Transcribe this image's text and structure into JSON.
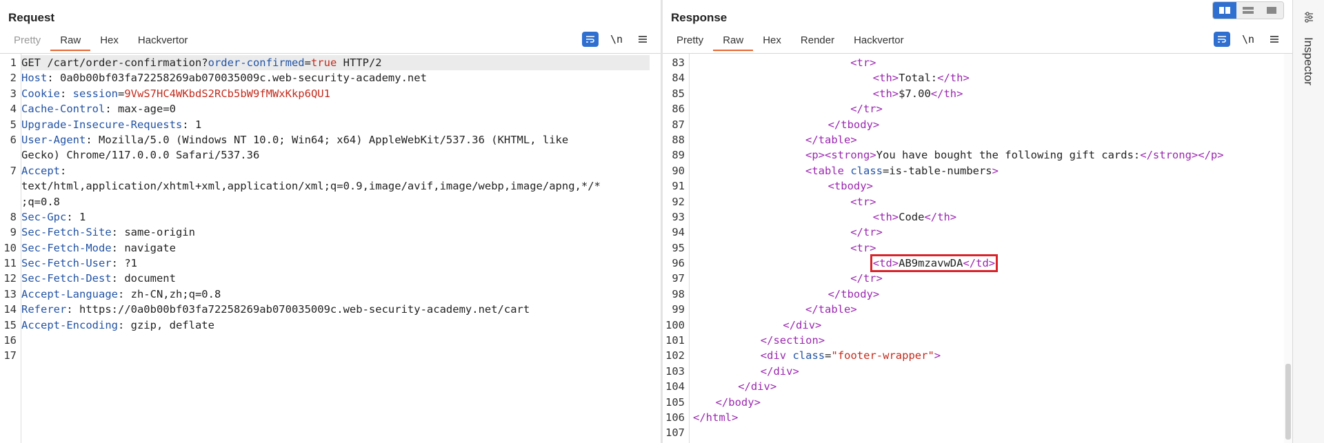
{
  "request": {
    "title": "Request",
    "tabs": [
      "Pretty",
      "Raw",
      "Hex",
      "Hackvertor"
    ],
    "active_tab": "Raw",
    "wrap_icon": "wrap-lines-icon",
    "newline_label": "\\n",
    "menu_icon": "hamburger-menu-icon",
    "lines": [
      {
        "n": "1",
        "parts": [
          {
            "t": "GET /cart/order-confirmation?",
            "c": "hv"
          },
          {
            "t": "order-confirmed",
            "c": "hk"
          },
          {
            "t": "=",
            "c": "hv"
          },
          {
            "t": "true",
            "c": "red"
          },
          {
            "t": " HTTP/2",
            "c": "hv"
          }
        ]
      },
      {
        "n": "2",
        "parts": [
          {
            "t": "Host",
            "c": "hk"
          },
          {
            "t": ": 0a0b00bf03fa72258269ab070035009c.web-security-academy.net",
            "c": "hv"
          }
        ]
      },
      {
        "n": "3",
        "parts": [
          {
            "t": "Cookie",
            "c": "hk"
          },
          {
            "t": ": ",
            "c": "hv"
          },
          {
            "t": "session",
            "c": "hk"
          },
          {
            "t": "=",
            "c": "hv"
          },
          {
            "t": "9VwS7HC4WKbdS2RCb5bW9fMWxKkp6QU1",
            "c": "red"
          }
        ]
      },
      {
        "n": "4",
        "parts": [
          {
            "t": "Cache-Control",
            "c": "hk"
          },
          {
            "t": ": max-age=0",
            "c": "hv"
          }
        ]
      },
      {
        "n": "5",
        "parts": [
          {
            "t": "Upgrade-Insecure-Requests",
            "c": "hk"
          },
          {
            "t": ": 1",
            "c": "hv"
          }
        ]
      },
      {
        "n": "6",
        "parts": [
          {
            "t": "User-Agent",
            "c": "hk"
          },
          {
            "t": ": Mozilla/5.0 (Windows NT 10.0; Win64; x64) AppleWebKit/537.36 (KHTML, like",
            "c": "hv"
          }
        ]
      },
      {
        "n": "",
        "parts": [
          {
            "t": "Gecko) Chrome/117.0.0.0 Safari/537.36",
            "c": "hv"
          }
        ]
      },
      {
        "n": "7",
        "parts": [
          {
            "t": "Accept",
            "c": "hk"
          },
          {
            "t": ":",
            "c": "hv"
          }
        ]
      },
      {
        "n": "",
        "parts": [
          {
            "t": "text/html,application/xhtml+xml,application/xml;q=0.9,image/avif,image/webp,image/apng,*/*",
            "c": "hv"
          }
        ]
      },
      {
        "n": "",
        "parts": [
          {
            "t": ";q=0.8",
            "c": "hv"
          }
        ]
      },
      {
        "n": "8",
        "parts": [
          {
            "t": "Sec-Gpc",
            "c": "hk"
          },
          {
            "t": ": 1",
            "c": "hv"
          }
        ]
      },
      {
        "n": "9",
        "parts": [
          {
            "t": "Sec-Fetch-Site",
            "c": "hk"
          },
          {
            "t": ": same-origin",
            "c": "hv"
          }
        ]
      },
      {
        "n": "10",
        "parts": [
          {
            "t": "Sec-Fetch-Mode",
            "c": "hk"
          },
          {
            "t": ": navigate",
            "c": "hv"
          }
        ]
      },
      {
        "n": "11",
        "parts": [
          {
            "t": "Sec-Fetch-User",
            "c": "hk"
          },
          {
            "t": ": ?1",
            "c": "hv"
          }
        ]
      },
      {
        "n": "12",
        "parts": [
          {
            "t": "Sec-Fetch-Dest",
            "c": "hk"
          },
          {
            "t": ": document",
            "c": "hv"
          }
        ]
      },
      {
        "n": "13",
        "parts": [
          {
            "t": "Accept-Language",
            "c": "hk"
          },
          {
            "t": ": zh-CN,zh;q=0.8",
            "c": "hv"
          }
        ]
      },
      {
        "n": "14",
        "parts": [
          {
            "t": "Referer",
            "c": "hk"
          },
          {
            "t": ": https://0a0b00bf03fa72258269ab070035009c.web-security-academy.net/cart",
            "c": "hv"
          }
        ]
      },
      {
        "n": "15",
        "parts": [
          {
            "t": "Accept-Encoding",
            "c": "hk"
          },
          {
            "t": ": gzip, deflate",
            "c": "hv"
          }
        ]
      },
      {
        "n": "16",
        "parts": []
      },
      {
        "n": "17",
        "parts": []
      }
    ]
  },
  "response": {
    "title": "Response",
    "tabs": [
      "Pretty",
      "Raw",
      "Hex",
      "Render",
      "Hackvertor"
    ],
    "active_tab": "Raw",
    "wrap_icon": "wrap-lines-icon",
    "newline_label": "\\n",
    "menu_icon": "hamburger-menu-icon",
    "lines": [
      {
        "n": "83",
        "i": 28,
        "parts": [
          {
            "t": "<tr>",
            "c": "tg"
          }
        ]
      },
      {
        "n": "84",
        "i": 32,
        "parts": [
          {
            "t": "<th>",
            "c": "tg"
          },
          {
            "t": "Total:",
            "c": "tx"
          },
          {
            "t": "</th>",
            "c": "tg"
          }
        ]
      },
      {
        "n": "85",
        "i": 32,
        "parts": [
          {
            "t": "<th>",
            "c": "tg"
          },
          {
            "t": "$7.00",
            "c": "tx"
          },
          {
            "t": "</th>",
            "c": "tg"
          }
        ]
      },
      {
        "n": "86",
        "i": 28,
        "parts": [
          {
            "t": "</tr>",
            "c": "tg"
          }
        ]
      },
      {
        "n": "87",
        "i": 24,
        "parts": [
          {
            "t": "</tbody>",
            "c": "tg"
          }
        ]
      },
      {
        "n": "88",
        "i": 20,
        "parts": [
          {
            "t": "</table>",
            "c": "tg"
          }
        ]
      },
      {
        "n": "89",
        "i": 20,
        "parts": [
          {
            "t": "<p><strong>",
            "c": "tg"
          },
          {
            "t": "You have bought the following gift cards:",
            "c": "tx"
          },
          {
            "t": "</strong></p>",
            "c": "tg"
          }
        ]
      },
      {
        "n": "90",
        "i": 20,
        "parts": [
          {
            "t": "<table ",
            "c": "tg"
          },
          {
            "t": "class",
            "c": "at"
          },
          {
            "t": "=is-table-numbers",
            "c": "tx"
          },
          {
            "t": ">",
            "c": "tg"
          }
        ]
      },
      {
        "n": "91",
        "i": 24,
        "parts": [
          {
            "t": "<tbody>",
            "c": "tg"
          }
        ]
      },
      {
        "n": "92",
        "i": 28,
        "parts": [
          {
            "t": "<tr>",
            "c": "tg"
          }
        ]
      },
      {
        "n": "93",
        "i": 32,
        "parts": [
          {
            "t": "<th>",
            "c": "tg"
          },
          {
            "t": "Code",
            "c": "tx"
          },
          {
            "t": "</th>",
            "c": "tg"
          }
        ]
      },
      {
        "n": "94",
        "i": 28,
        "parts": [
          {
            "t": "</tr>",
            "c": "tg"
          }
        ]
      },
      {
        "n": "95",
        "i": 28,
        "parts": [
          {
            "t": "<tr>",
            "c": "tg"
          }
        ]
      },
      {
        "n": "96",
        "i": 32,
        "hl": true,
        "parts": [
          {
            "t": "<td>",
            "c": "tg"
          },
          {
            "t": "AB9mzavwDA",
            "c": "tx"
          },
          {
            "t": "</td>",
            "c": "tg"
          }
        ]
      },
      {
        "n": "97",
        "i": 28,
        "parts": [
          {
            "t": "</tr>",
            "c": "tg"
          }
        ]
      },
      {
        "n": "98",
        "i": 24,
        "parts": [
          {
            "t": "</tbody>",
            "c": "tg"
          }
        ]
      },
      {
        "n": "99",
        "i": 20,
        "parts": [
          {
            "t": "</table>",
            "c": "tg"
          }
        ]
      },
      {
        "n": "100",
        "i": 16,
        "parts": [
          {
            "t": "</div>",
            "c": "tg"
          }
        ]
      },
      {
        "n": "101",
        "i": 12,
        "parts": [
          {
            "t": "</section>",
            "c": "tg"
          }
        ]
      },
      {
        "n": "102",
        "i": 12,
        "parts": [
          {
            "t": "<div ",
            "c": "tg"
          },
          {
            "t": "class",
            "c": "at"
          },
          {
            "t": "=",
            "c": "tx"
          },
          {
            "t": "\"footer-wrapper\"",
            "c": "av"
          },
          {
            "t": ">",
            "c": "tg"
          }
        ]
      },
      {
        "n": "103",
        "i": 12,
        "parts": [
          {
            "t": "</div>",
            "c": "tg"
          }
        ]
      },
      {
        "n": "104",
        "i": 8,
        "parts": [
          {
            "t": "</div>",
            "c": "tg"
          }
        ]
      },
      {
        "n": "105",
        "i": 4,
        "parts": [
          {
            "t": "</body>",
            "c": "tg"
          }
        ]
      },
      {
        "n": "106",
        "i": 0,
        "parts": [
          {
            "t": "</html>",
            "c": "tg"
          }
        ]
      },
      {
        "n": "107",
        "i": 0,
        "parts": []
      }
    ]
  },
  "inspector": {
    "label": "Inspector",
    "icon": "inspector-settings-icon"
  },
  "layout_toggle": {
    "options": [
      "side-by-side-layout-icon",
      "stacked-layout-icon",
      "single-pane-layout-icon"
    ],
    "active": "side-by-side-layout-icon"
  },
  "colors": {
    "accent": "#e8632b",
    "header_key": "#2253a5",
    "value_red": "#c42b1c",
    "tag_purple": "#9b27b0",
    "highlight_box": "#d9232b",
    "toggle_blue": "#2f6fd0"
  }
}
